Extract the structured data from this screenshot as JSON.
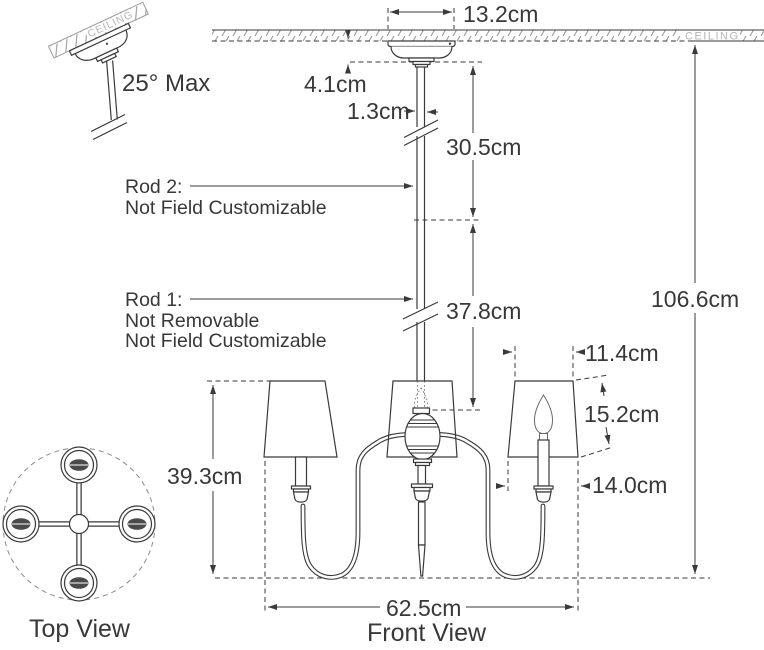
{
  "dimensions": {
    "canopy_width": "13.2cm",
    "canopy_height": "4.1cm",
    "rod_diameter": "1.3cm",
    "rod2_length": "30.5cm",
    "rod1_length": "37.8cm",
    "overall_height": "106.6cm",
    "shade_top_width": "11.4cm",
    "shade_height": "15.2cm",
    "shade_bottom_width": "14.0cm",
    "body_height": "39.3cm",
    "fixture_width": "62.5cm"
  },
  "annotations": {
    "rod2_title": "Rod 2:",
    "rod2_note": "Not Field Customizable",
    "rod1_title": "Rod 1:",
    "rod1_note1": "Not Removable",
    "rod1_note2": "Not Field Customizable",
    "tilt_max": "25° Max"
  },
  "ceiling": {
    "main_label": "CEILING",
    "sloped_label": "CEILING"
  },
  "views": {
    "front_label": "Front View",
    "top_label": "Top View"
  },
  "colors": {
    "line": "#3a3a3a",
    "hatch": "#9a9a9a",
    "ceiling_text": "#b5b5b5"
  }
}
